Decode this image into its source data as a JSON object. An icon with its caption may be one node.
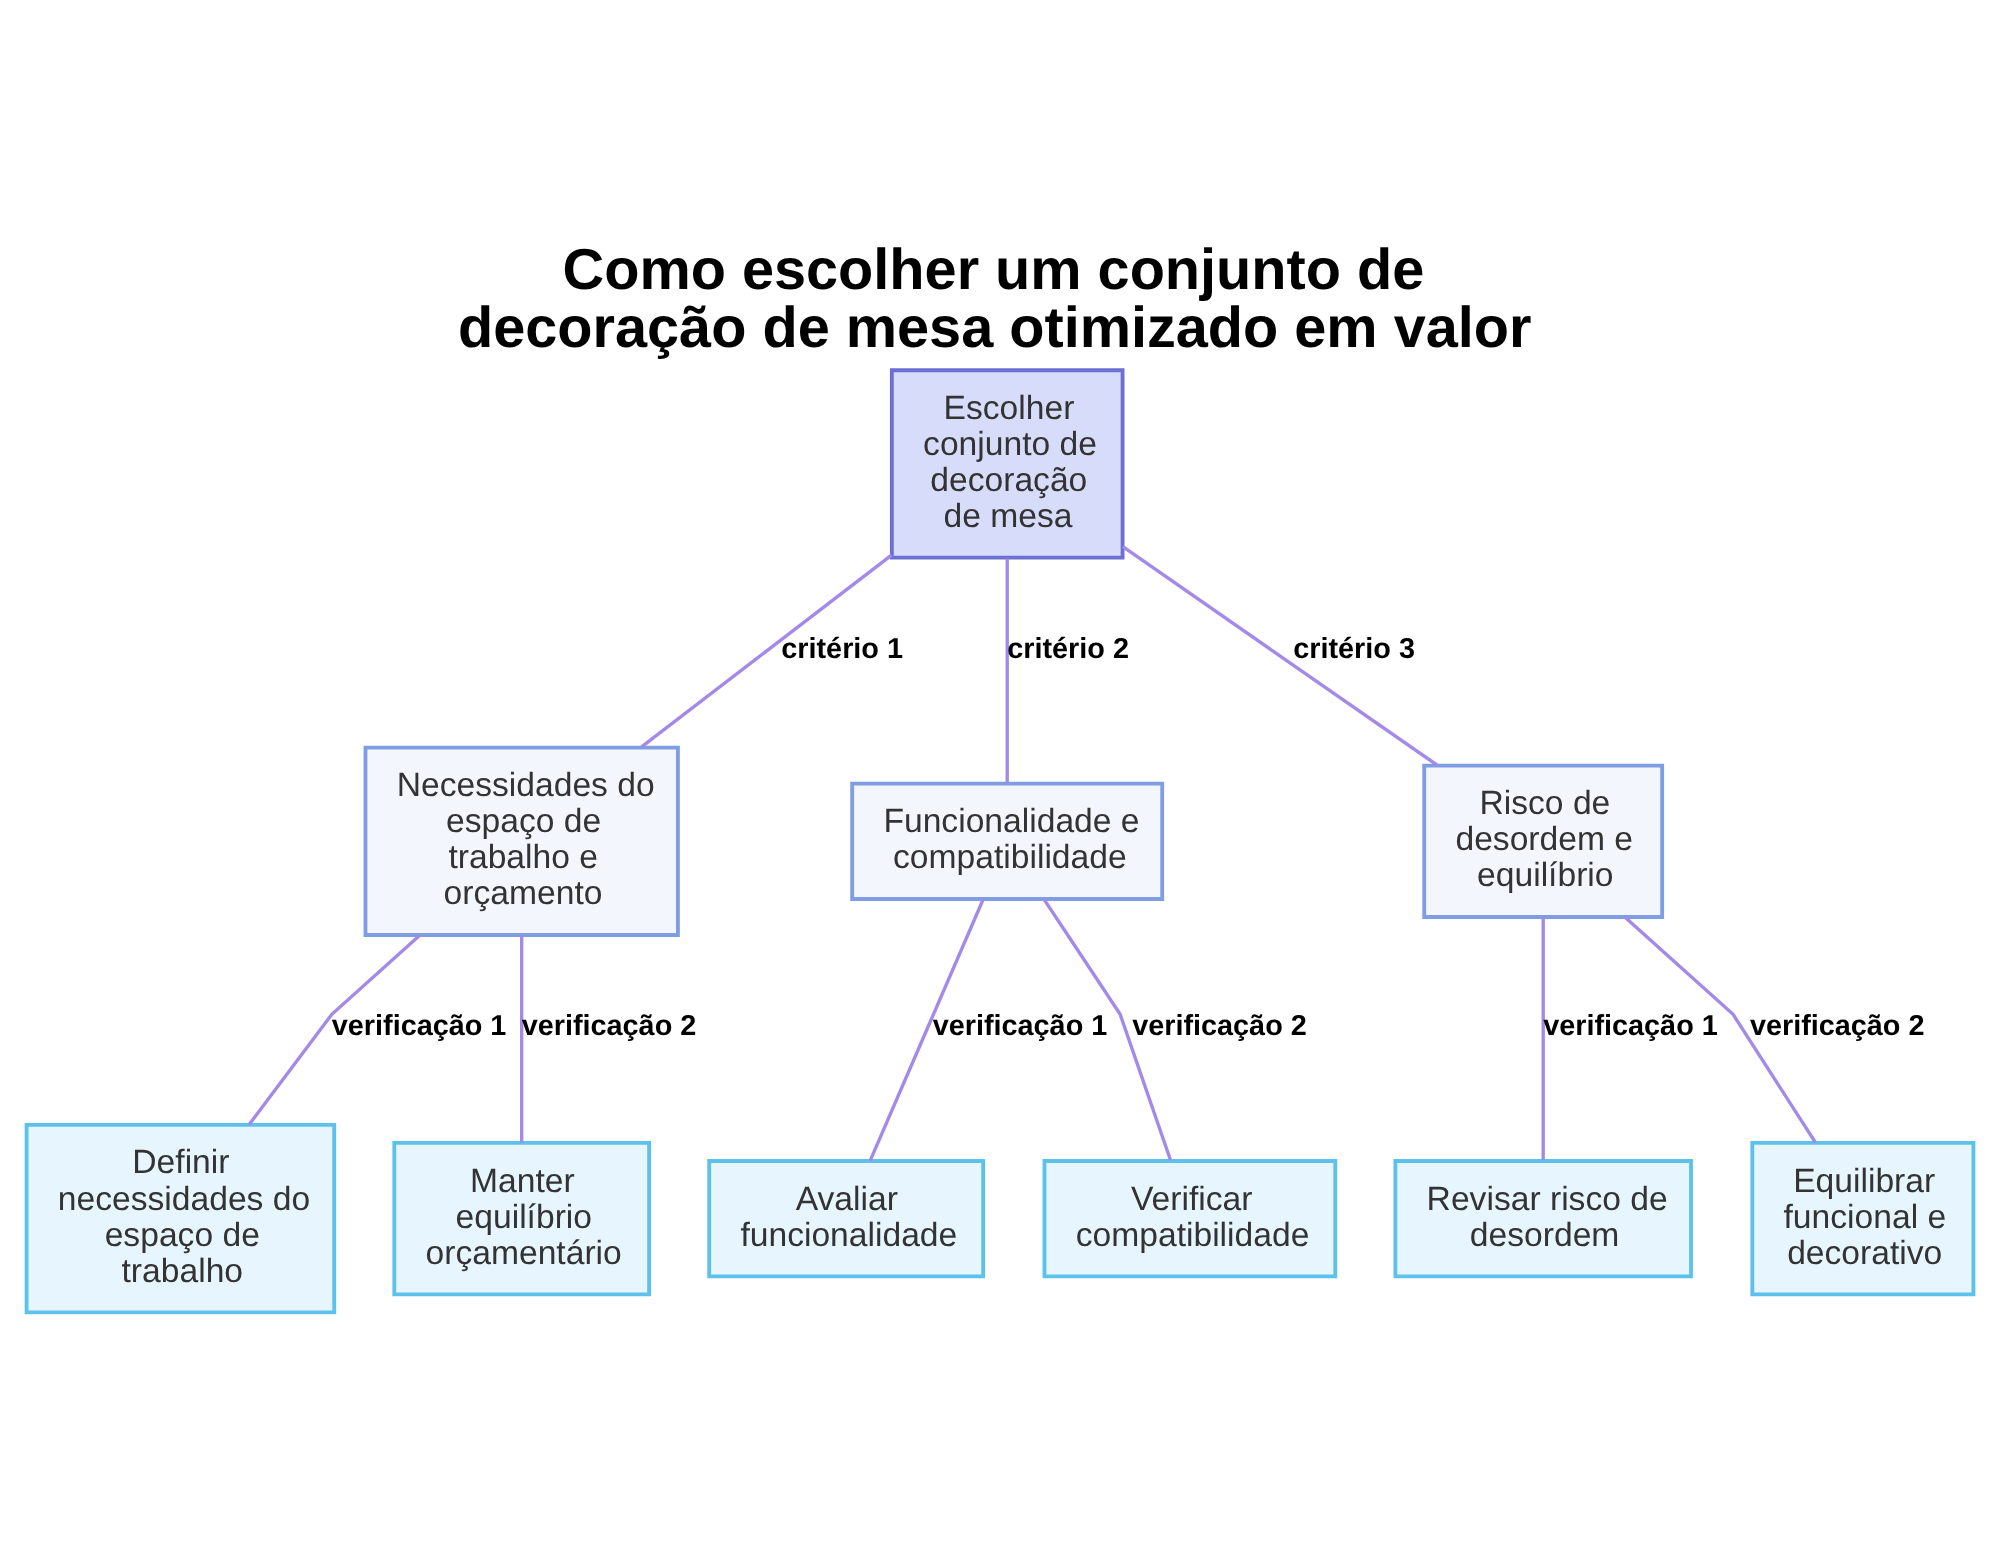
{
  "diagram": {
    "title": "Como escolher um conjunto de decoração de mesa otimizado em valor",
    "nodes": [
      {
        "text": [
          "Escolher conjunto de decoração de mesa"
        ]
      },
      {
        "text": [
          "Necessidades do espaço de trabalho e orçamento"
        ]
      },
      {
        "text": [
          "Funcionalidade e compatibilidade"
        ]
      },
      {
        "text": [
          "Risco de desordem e equilíbrio"
        ]
      },
      {
        "text": [
          "Definir necessidades do espaço de trabalho"
        ]
      },
      {
        "text": [
          "Manter equilíbrio orçamentário"
        ]
      },
      {
        "text": [
          "Avaliar funcionalidade"
        ]
      },
      {
        "text": [
          "Verificar compatibilidade"
        ]
      },
      {
        "text": [
          "Revisar risco de desordem"
        ]
      },
      {
        "text": [
          "Equilibrar funcional e decorativo"
        ]
      }
    ],
    "edges": [
      {
        "from": 0,
        "to": 1,
        "arrow": "none",
        "label": "critério 1"
      },
      {
        "from": 0,
        "to": 2,
        "arrow": "none",
        "label": "critério 2"
      },
      {
        "from": 0,
        "to": 3,
        "arrow": "none",
        "label": "critério 3"
      },
      {
        "from": 1,
        "to": 4,
        "arrow": "none",
        "label": "verificação 1"
      },
      {
        "from": 1,
        "to": 5,
        "arrow": "none",
        "label": "verificação 2"
      },
      {
        "from": 2,
        "to": 6,
        "arrow": "none",
        "label": "verificação 1"
      },
      {
        "from": 2,
        "to": 7,
        "arrow": "none",
        "label": "verificação 2"
      },
      {
        "from": 3,
        "to": 8,
        "arrow": "none",
        "label": "verificação 1"
      },
      {
        "from": 3,
        "to": 9,
        "arrow": "none",
        "label": "verificação 2"
      }
    ]
  }
}
